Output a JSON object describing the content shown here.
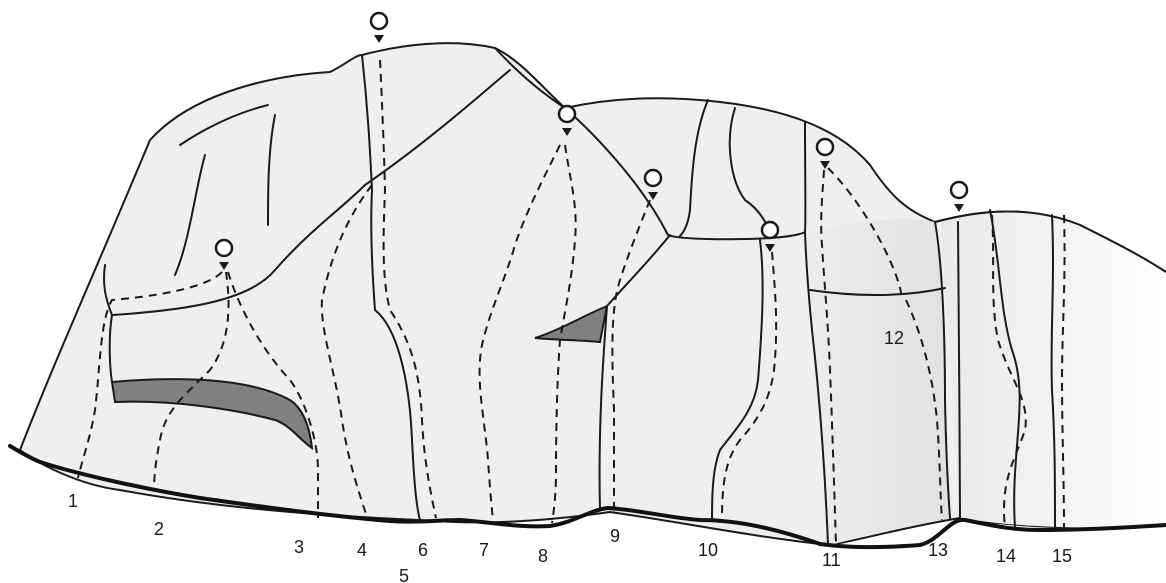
{
  "routes": [
    {
      "number": "1"
    },
    {
      "number": "2"
    },
    {
      "number": "3"
    },
    {
      "number": "4"
    },
    {
      "number": "5"
    },
    {
      "number": "6"
    },
    {
      "number": "7"
    },
    {
      "number": "8"
    },
    {
      "number": "9"
    },
    {
      "number": "10"
    },
    {
      "number": "11"
    },
    {
      "number": "12"
    },
    {
      "number": "13"
    },
    {
      "number": "14"
    },
    {
      "number": "15"
    }
  ],
  "colors": {
    "rock": "#eef0ef",
    "rock_shadow": "#d9dcdb",
    "ground": "#111111",
    "line": "#1a1a1a",
    "overhang": "#808080"
  },
  "icons": {
    "anchor": "lowering-anchor-icon",
    "flake": "overhang-flake-icon"
  }
}
